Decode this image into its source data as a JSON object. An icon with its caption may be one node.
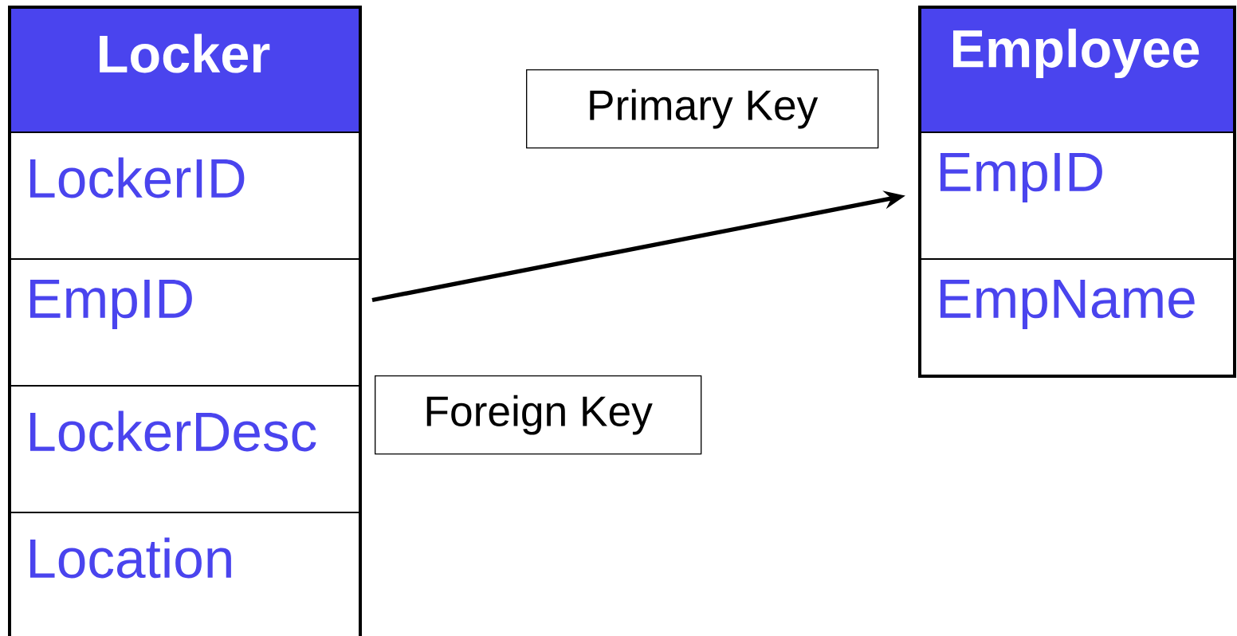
{
  "diagram": {
    "nodes": [
      {
        "text": [
          "Locker"
        ]
      },
      {
        "text": [
          "LockerID"
        ],
        "in": 0
      },
      {
        "text": [
          "EmpID"
        ],
        "in": 0
      },
      {
        "text": [
          "LockerDesc"
        ],
        "in": 0
      },
      {
        "text": [
          "Location"
        ],
        "in": 0
      },
      {
        "text": [
          "Employee"
        ]
      },
      {
        "text": [
          "EmpID"
        ],
        "in": 5
      },
      {
        "text": [
          "EmpName"
        ],
        "in": 5
      },
      {
        "text": [
          "Primary Key"
        ]
      },
      {
        "text": [
          "Foreign Key"
        ]
      }
    ],
    "edges": [
      {
        "from": 2,
        "to": 6,
        "arrow": "to"
      }
    ]
  }
}
